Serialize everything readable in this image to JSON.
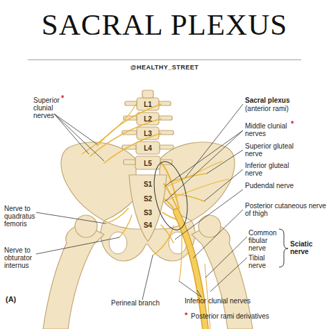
{
  "diagram": {
    "title": "SACRAL PLEXUS",
    "labels": [
      "@HEALTHY_STREET",
      "Superior clunial nerves",
      "*",
      "L1",
      "L2",
      "L3",
      "L4",
      "L5",
      "S1",
      "S2",
      "S3",
      "S4",
      "Sacral plexus",
      "(anterior rami)",
      "Middle clunial nerves",
      "*",
      "Superior gluteal nerve",
      "Inferior gluteal nerve",
      "Pudendal nerve",
      "Posterior cutaneous nerve of thigh",
      "Common fibular nerve",
      "Tibial nerve",
      "Sciatic nerve",
      "Nerve to quadratus femoris",
      "Nerve to obturator internus",
      "(A)",
      "Perineal branch",
      "Inferior clunial nerves",
      "*",
      "Posterior rami derivatives"
    ]
  }
}
